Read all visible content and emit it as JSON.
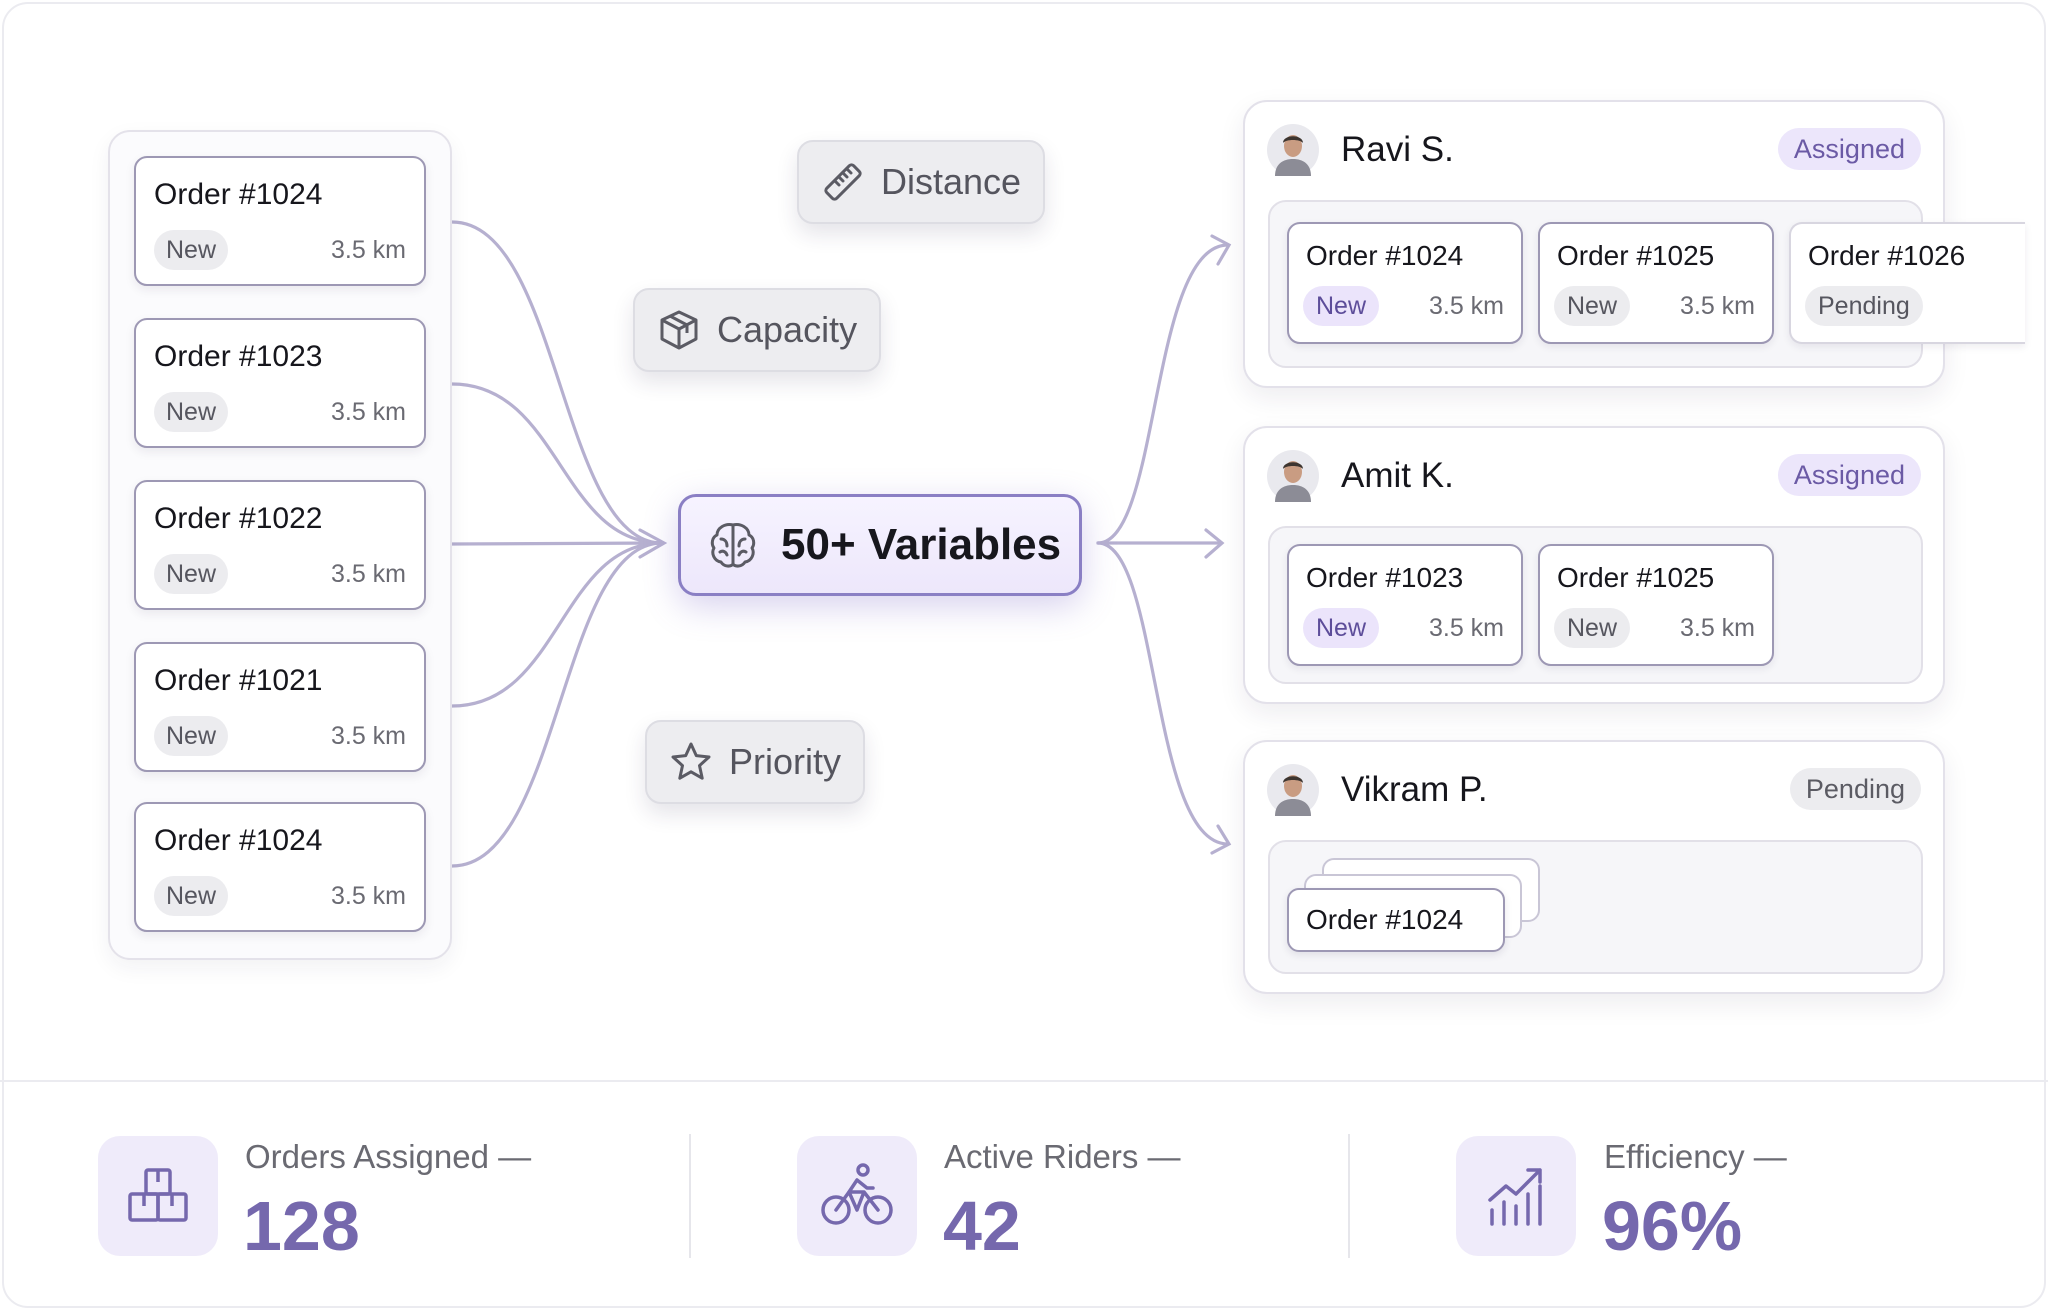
{
  "queue": {
    "orders": [
      {
        "title": "Order #1024",
        "status": "New",
        "distance": "3.5 km"
      },
      {
        "title": "Order #1023",
        "status": "New",
        "distance": "3.5 km"
      },
      {
        "title": "Order #1022",
        "status": "New",
        "distance": "3.5 km"
      },
      {
        "title": "Order #1021",
        "status": "New",
        "distance": "3.5 km"
      },
      {
        "title": "Order #1024",
        "status": "New",
        "distance": "3.5 km"
      }
    ]
  },
  "variables": {
    "distance": {
      "label": "Distance",
      "icon": "ruler-icon"
    },
    "capacity": {
      "label": "Capacity",
      "icon": "box-icon"
    },
    "priority": {
      "label": "Priority",
      "icon": "star-icon"
    }
  },
  "core": {
    "label": "50+ Variables",
    "icon": "brain-icon"
  },
  "riders": [
    {
      "name": "Ravi S.",
      "status": "Assigned",
      "orders": [
        {
          "title": "Order #1024",
          "status": "New",
          "distance": "3.5 km"
        },
        {
          "title": "Order #1025",
          "status": "New",
          "distance": "3.5 km"
        },
        {
          "title": "Order #1026",
          "status": "Pending"
        }
      ]
    },
    {
      "name": "Amit K.",
      "status": "Assigned",
      "orders": [
        {
          "title": "Order #1023",
          "status": "New",
          "distance": "3.5 km"
        },
        {
          "title": "Order #1025",
          "status": "New",
          "distance": "3.5 km"
        }
      ]
    },
    {
      "name": "Vikram P.",
      "status": "Pending",
      "orders": [
        {
          "title": "Order #1024"
        }
      ]
    }
  ],
  "stats": [
    {
      "label": "Orders Assigned —",
      "value": "128",
      "icon": "boxes-icon"
    },
    {
      "label": "Active Riders —",
      "value": "42",
      "icon": "bicycle-icon"
    },
    {
      "label": "Efficiency —",
      "value": "96%",
      "icon": "growth-chart-icon"
    }
  ],
  "colors": {
    "accent": "#7568ad",
    "accent_soft": "#efebfa",
    "connector": "#b6b0d0",
    "card_border": "#9d98b4"
  }
}
